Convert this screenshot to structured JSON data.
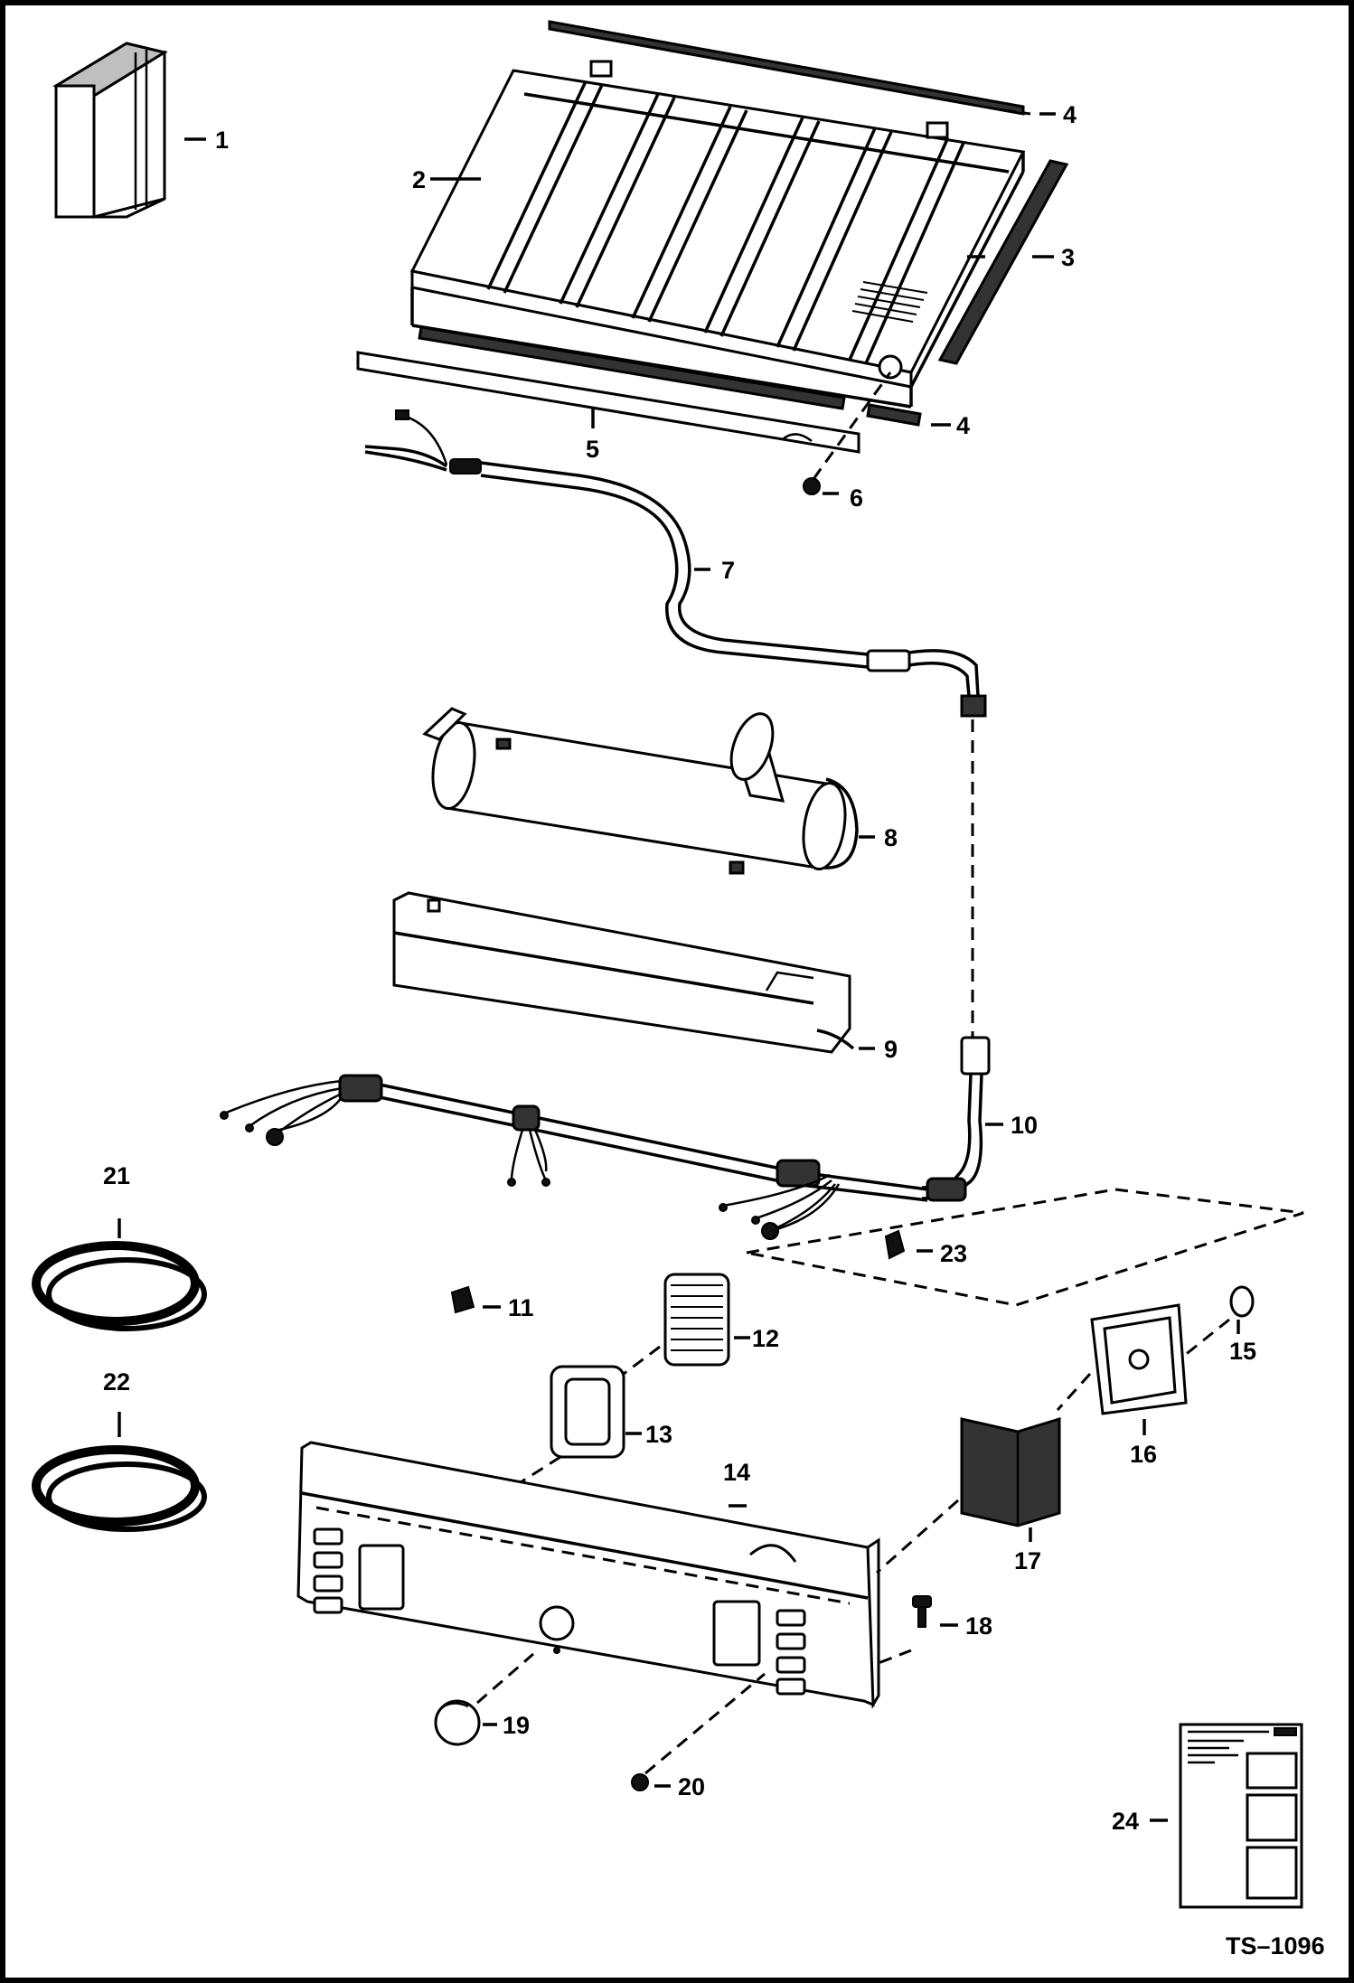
{
  "figure_code": "TS–1096",
  "callouts": [
    "1",
    "2",
    "3",
    "4",
    "4",
    "5",
    "6",
    "7",
    "8",
    "9",
    "10",
    "11",
    "12",
    "13",
    "14",
    "15",
    "16",
    "17",
    "18",
    "19",
    "20",
    "21",
    "22",
    "23",
    "24"
  ],
  "parts": [
    {
      "number": "1",
      "icon": "filter-box-icon"
    },
    {
      "number": "2",
      "icon": "tray-frame-icon"
    },
    {
      "number": "3",
      "icon": "seal-strip-icon"
    },
    {
      "number": "4",
      "icon": "seal-strip-icon"
    },
    {
      "number": "5",
      "icon": "retainer-bar-icon"
    },
    {
      "number": "6",
      "icon": "screw-icon"
    },
    {
      "number": "7",
      "icon": "wire-harness-icon"
    },
    {
      "number": "8",
      "icon": "muffler-icon"
    },
    {
      "number": "9",
      "icon": "shield-icon"
    },
    {
      "number": "10",
      "icon": "wire-harness-icon"
    },
    {
      "number": "11",
      "icon": "clip-icon"
    },
    {
      "number": "12",
      "icon": "grille-icon"
    },
    {
      "number": "13",
      "icon": "gasket-icon"
    },
    {
      "number": "14",
      "icon": "rear-panel-icon"
    },
    {
      "number": "15",
      "icon": "plug-icon"
    },
    {
      "number": "16",
      "icon": "bracket-icon"
    },
    {
      "number": "17",
      "icon": "screen-icon"
    },
    {
      "number": "18",
      "icon": "bolt-icon"
    },
    {
      "number": "19",
      "icon": "cap-icon"
    },
    {
      "number": "20",
      "icon": "screw-icon"
    },
    {
      "number": "21",
      "icon": "hose-coil-icon"
    },
    {
      "number": "22",
      "icon": "hose-coil-icon"
    },
    {
      "number": "23",
      "icon": "clip-icon"
    },
    {
      "number": "24",
      "icon": "decal-icon"
    }
  ]
}
